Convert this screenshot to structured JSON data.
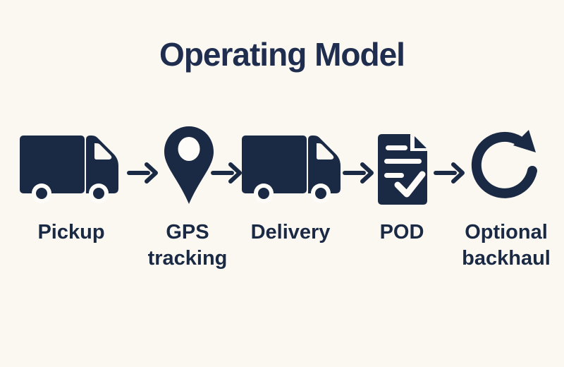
{
  "title": "Operating Model",
  "colors": {
    "background": "#FBF8F2",
    "navy": "#1B2A44",
    "title": "#1F2D4E",
    "cutout": "#FDFCF8"
  },
  "steps": [
    {
      "label": "Pickup",
      "icon": "truck-icon"
    },
    {
      "label": "GPS tracking",
      "icon": "location-pin-icon"
    },
    {
      "label": "Delivery",
      "icon": "truck-icon"
    },
    {
      "label": "POD",
      "icon": "document-check-icon"
    },
    {
      "label": "Optional backhaul",
      "icon": "cycle-arrow-icon"
    }
  ],
  "connector": {
    "glyph": "right-arrow",
    "count": 4
  }
}
